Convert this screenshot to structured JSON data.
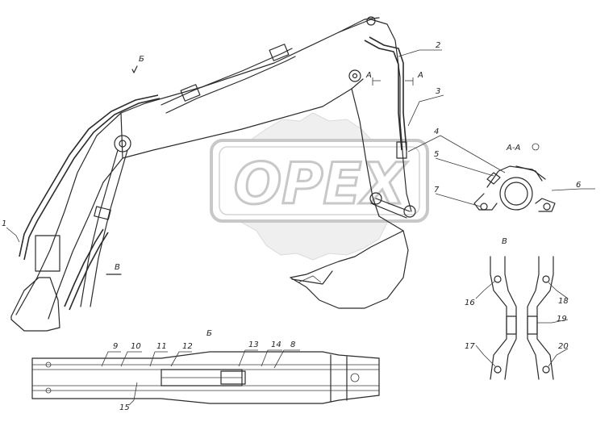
{
  "watermark": {
    "text": "OPEX"
  },
  "section_titles": {
    "main_view_b": "Б",
    "section_aa": "А-А",
    "view_v": "В",
    "view_b": "Б",
    "arrow_b_main": "В",
    "cut_a_left": "А",
    "cut_a_right": "А"
  },
  "callouts": [
    "1",
    "2",
    "3",
    "4",
    "5",
    "6",
    "7",
    "8",
    "9",
    "10",
    "11",
    "12",
    "13",
    "14",
    "15",
    "16",
    "17",
    "18",
    "19",
    "20"
  ],
  "colors": {
    "line": "#2b2b2b",
    "watermark": "#c8c8c8",
    "background": "#ffffff"
  }
}
